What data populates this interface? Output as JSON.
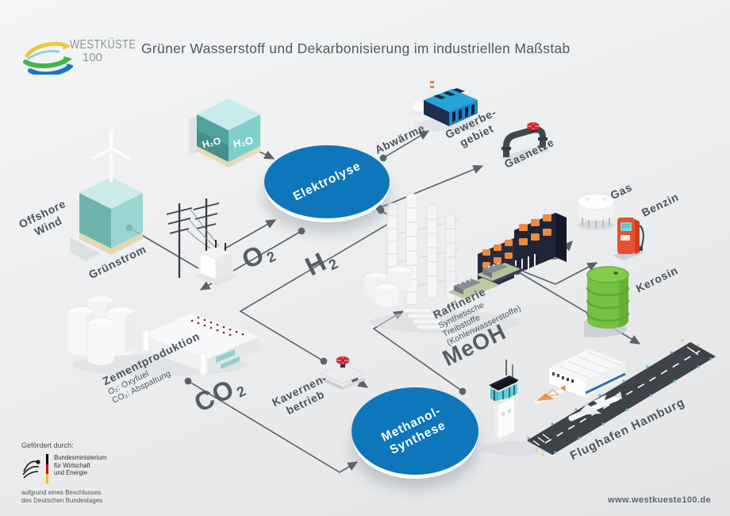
{
  "logo": {
    "name": "WESTKÜSTE",
    "number": "100"
  },
  "title": "Grüner Wasserstoff und Dekarbonisierung im industriellen Maßstab",
  "labels": {
    "offshore1": "Offshore",
    "offshore2": "Wind",
    "gruenstrom": "Grünstrom",
    "abwaerme": "Abwärme",
    "gewerbe1": "Gewerbe-",
    "gewerbe2": "gebiet",
    "gasnetze": "Gasnetze",
    "elektrolyse": "Elektrolyse",
    "methanol1": "Methanol-",
    "methanol2": "Synthese",
    "kavernen1": "Kavernen-",
    "kavernen2": "betrieb",
    "zement": "Zementproduktion",
    "zement_sub1": "O₂: Oxyfuel",
    "zement_sub2": "CO₂: Abspaltung",
    "raffinerie": "Raffinerie",
    "raff_sub1": "Synthetische",
    "raff_sub2": "Treibstoffe",
    "raff_sub3": "(Kohlenwasserstoffe)",
    "gas": "Gas",
    "benzin": "Benzin",
    "kerosin": "Kerosin",
    "flughafen": "Flughafen Hamburg"
  },
  "molecules": {
    "o2": {
      "base": "O",
      "sub": "2"
    },
    "h2": {
      "base": "H",
      "sub": "2"
    },
    "co2": {
      "base": "CO",
      "sub": "2"
    },
    "meoh": "MeOH"
  },
  "cube": {
    "h2o_left": "H₂O",
    "h2o_right": "H₂O"
  },
  "footer": {
    "funded": "Gefördert durch:",
    "ministry1": "Bundesministerium",
    "ministry2": "für Wirtschaft",
    "ministry3": "und Energie",
    "note1": "aufgrund eines Beschlusses",
    "note2": "des Deutschen Bundestages",
    "website": "www.westkueste100.de"
  },
  "colors": {
    "accent_blue": "#0e76bb",
    "line_gray": "#5b6166",
    "label_gray": "#4b545c",
    "kerosin_green": "#76c043",
    "benzin_red": "#e8512d",
    "factory_blue": "#2ba2d9",
    "teal_cube": "#8fd4cf"
  }
}
